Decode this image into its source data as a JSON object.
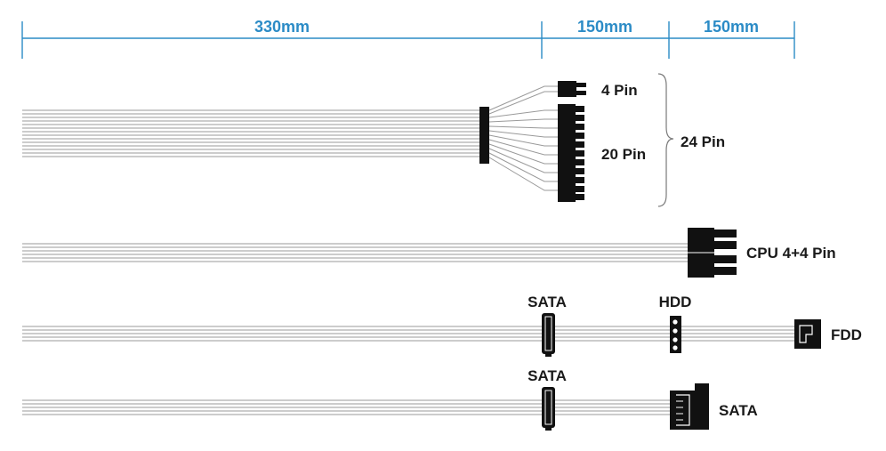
{
  "colors": {
    "dimension": "#2b8bc6",
    "connector": "#111111",
    "wire": "#9a9a9a",
    "text": "#1a1a1a"
  },
  "dimensions": {
    "segment_1": "330mm",
    "segment_2": "150mm",
    "segment_3": "150mm"
  },
  "cables": {
    "atx": {
      "label_4pin": "4 Pin",
      "label_20pin": "20 Pin",
      "label_24pin": "24 Pin"
    },
    "cpu": {
      "label": "CPU 4+4 Pin"
    },
    "peripheral": {
      "label_sata": "SATA",
      "label_hdd": "HDD",
      "label_fdd": "FDD"
    },
    "sata": {
      "label_sata_inline": "SATA",
      "label_sata_end": "SATA"
    }
  }
}
